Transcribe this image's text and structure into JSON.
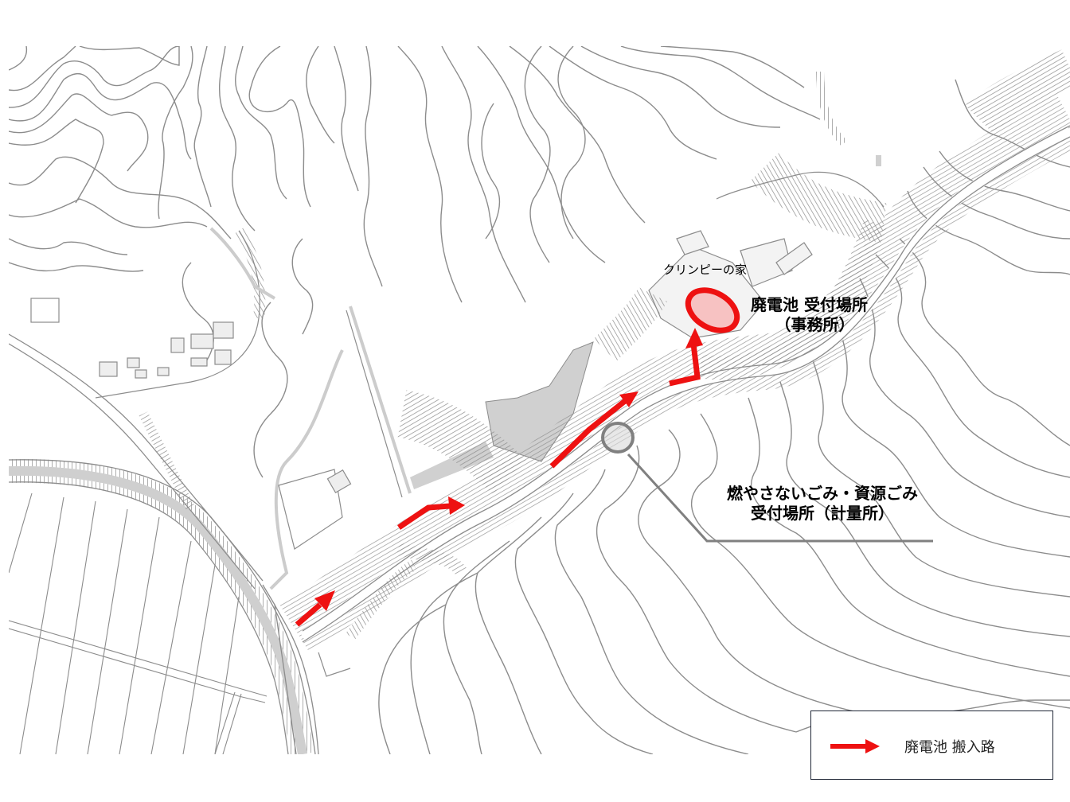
{
  "map": {
    "labels": {
      "building_name": "クリンピーの家",
      "battery_reception_line1": "廃電池  受付場所",
      "battery_reception_line2": "（事務所）",
      "scale_reception_line1": "燃やさないごみ・資源ごみ",
      "scale_reception_line2": "受付場所（計量所）"
    },
    "legend": {
      "items": [
        {
          "icon": "red-arrow-icon",
          "label": "廃電池 搬入路",
          "color": "#ee1111"
        }
      ]
    },
    "colors": {
      "route": "#ee1111",
      "highlight_fill": "#f7b8b8",
      "marker_gray": "#808080",
      "contour": "#8c8c8c",
      "fill_gray": "#d0d0d0"
    }
  }
}
